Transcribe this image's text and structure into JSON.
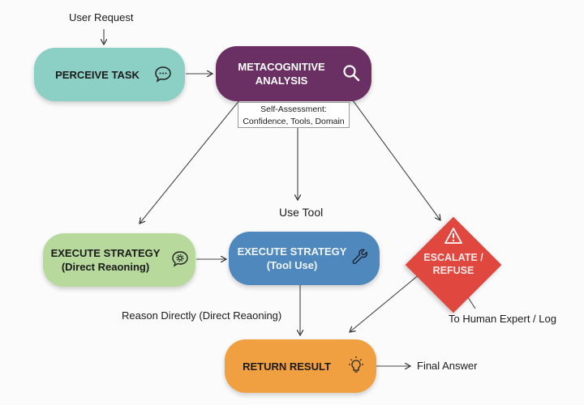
{
  "diagram": {
    "labels": {
      "user_request": "User Request",
      "use_tool": "Use Tool",
      "reason_directly": "Reason Directly (Direct Reaoning)",
      "to_human": "To Human Expert / Log",
      "final_answer": "Final Answer"
    },
    "assessment": {
      "line1": "Self-Assessment:",
      "line2": "Confidence, Tools, Domain"
    },
    "nodes": {
      "perceive": {
        "title": "PERCEIVE TASK",
        "icon": "speech-bubble-icon",
        "color": "#8ccfc4"
      },
      "meta": {
        "title1": "METACOGNITIVE",
        "title2": "ANALYSIS",
        "icon": "magnifier-icon",
        "color": "#6a2f63"
      },
      "direct": {
        "title": "EXECUTE STRATEGY",
        "subtitle": "(Direct Reaoning)",
        "icon": "gear-bubble-icon",
        "color": "#b7d99c"
      },
      "tool": {
        "title": "EXECUTE STRATEGY",
        "subtitle": "(Tool Use)",
        "icon": "wrench-icon",
        "color": "#4f88bd"
      },
      "escalate": {
        "title1": "ESCALATE /",
        "title2": "REFUSE",
        "icon": "warning-icon",
        "color": "#e0473e"
      },
      "result": {
        "title": "RETURN RESULT",
        "icon": "lightbulb-icon",
        "color": "#f0a040"
      }
    }
  }
}
